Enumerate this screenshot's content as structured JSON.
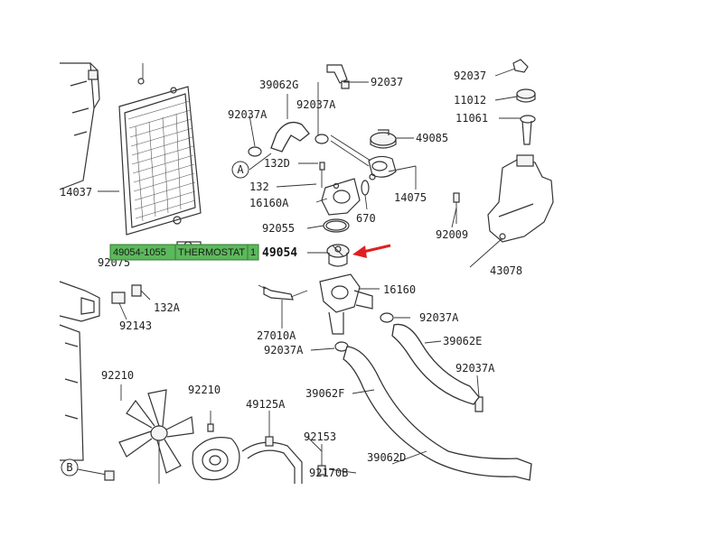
{
  "callouts": {
    "c39062G": "39062G",
    "c92037_top": "92037",
    "c92037_tr": "92037",
    "c11012": "11012",
    "c11061": "11061",
    "c92037A_1": "92037A",
    "c92037A_2": "92037A",
    "c49085": "49085",
    "c132D": "132D",
    "c132": "132",
    "c14075": "14075",
    "c16160A": "16160A",
    "c670": "670",
    "c14037": "14037",
    "c92055": "92055",
    "c92009": "92009",
    "c49054": "49054",
    "c43078": "43078",
    "c92075": "92075",
    "c16160": "16160",
    "c132A": "132A",
    "c92143": "92143",
    "c27010A": "27010A",
    "c92037A_3": "92037A",
    "c92037A_4": "92037A",
    "c39062E": "39062E",
    "c92037A_5": "92037A",
    "c92210_1": "92210",
    "c92210_2": "92210",
    "c49125A": "49125A",
    "c39062F": "39062F",
    "c92153": "92153",
    "c39062D": "39062D",
    "c92170B": "92170B",
    "markerA": "A",
    "markerB": "B"
  },
  "highlight": {
    "part_number": "49054-1055",
    "description": "THERMOSTAT",
    "quantity": "1",
    "fill_color": "#5cb85c",
    "arrow_color": "#e02020"
  }
}
